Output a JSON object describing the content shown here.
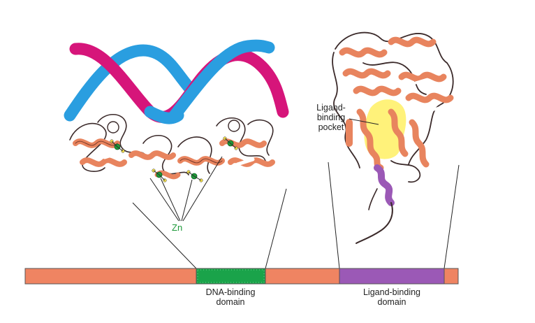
{
  "labels": {
    "zn": "Zn",
    "ligand_pocket": [
      "Ligand-",
      "binding",
      "pocket"
    ],
    "dna_binding_domain": [
      "DNA-binding",
      "domain"
    ],
    "ligand_binding_domain": [
      "Ligand-binding",
      "domain"
    ]
  },
  "colors": {
    "protein_bar": "#ef8462",
    "dna_binding_segment": "#1aa34a",
    "ligand_binding_segment": "#9b59b6",
    "dna_strand_a": "#d6157a",
    "dna_strand_b": "#2a9ee0",
    "ribbon": "#e8845e",
    "ribbon_dark": "#3b2a2a",
    "pocket": "#fff27a",
    "zinc": "#1e9a3a"
  }
}
